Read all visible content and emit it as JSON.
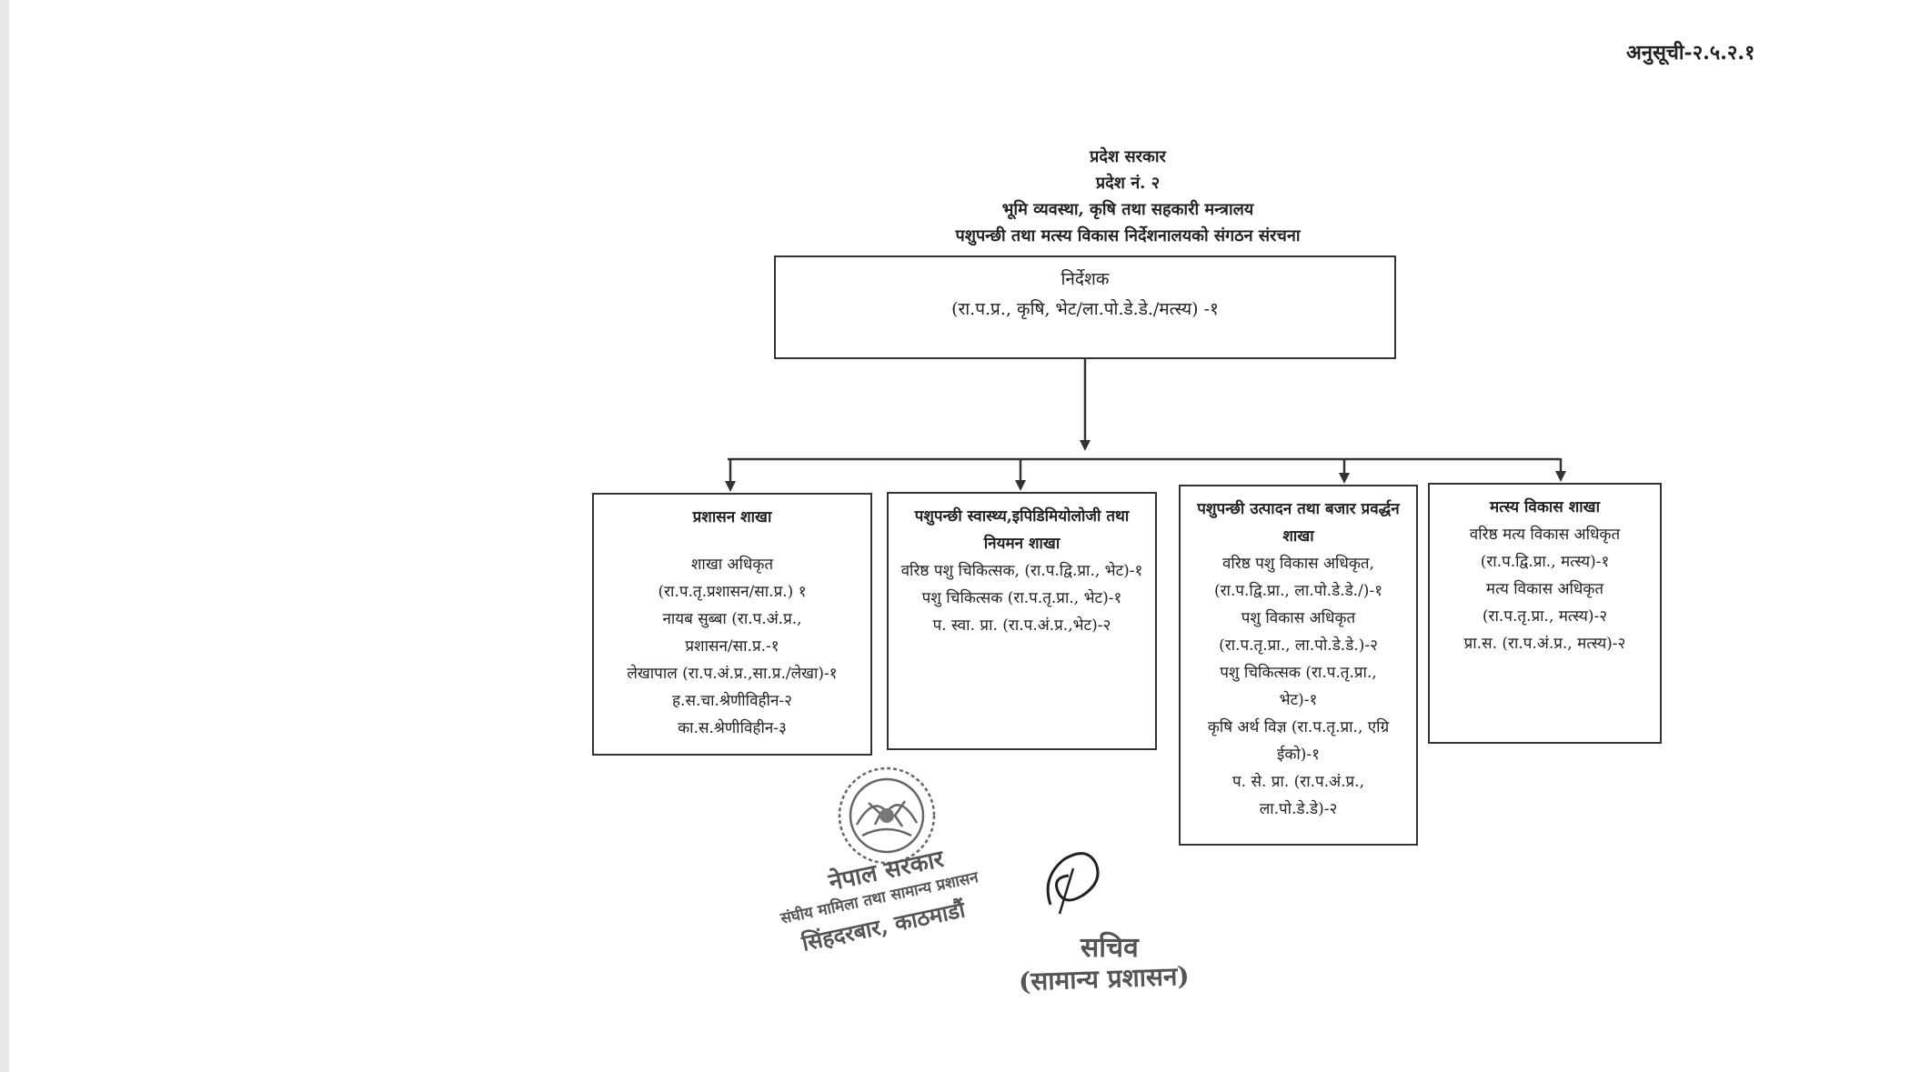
{
  "annex_ref": "अनुसूची-२.५.२.१",
  "heading": {
    "line1": "प्रदेश सरकार",
    "line2": "प्रदेश नं. २",
    "line3": "भूमि व्यवस्था, कृषि तथा सहकारी मन्त्रालय",
    "line4": "पशुपन्छी तथा मत्स्य विकास निर्देशनालयको संगठन संरचना"
  },
  "director": {
    "title": "निर्देशक",
    "detail": "(रा.प.प्र., कृषि, भेट/ला.पो.डे.डे./मत्स्य) -१"
  },
  "branches": [
    {
      "title": "प्रशासन शाखा",
      "lines": [
        "शाखा अधिकृत",
        "(रा.प.तृ.प्रशासन/सा.प्र.) १",
        "नायब सुब्बा (रा.प.अं.प्र.,",
        "प्रशासन/सा.प्र.-१",
        "लेखापाल (रा.प.अं.प्र.,सा.प्र./लेखा)-१",
        "ह.स.चा.श्रेणीविहीन-२",
        "का.स.श्रेणीविहीन-३"
      ]
    },
    {
      "title": "पशुपन्छी स्वास्थ्य,इपिडिमियोलोजी तथा नियमन शाखा",
      "lines": [
        "वरिष्ठ पशु चिकित्सक, (रा.प.द्वि.प्रा., भेट)-१",
        "पशु चिकित्सक (रा.प.तृ.प्रा., भेट)-१",
        "प. स्वा. प्रा. (रा.प.अं.प्र.,भेट)-२"
      ]
    },
    {
      "title": "पशुपन्छी उत्पादन तथा बजार प्रवर्द्धन शाखा",
      "lines": [
        "वरिष्ठ पशु विकास अधिकृत,",
        "(रा.प.द्वि.प्रा., ला.पो.डे.डे./)-१",
        "पशु विकास अधिकृत",
        "(रा.प.तृ.प्रा., ला.पो.डे.डे.)-२",
        "पशु चिकित्सक (रा.प.तृ.प्रा.,",
        "भेट)-१",
        "कृषि अर्थ विज्ञ (रा.प.तृ.प्रा., एग्रि",
        "ईको)-१",
        "प. से. प्रा. (रा.प.अं.प्र.,",
        "ला.पो.डे.डे)-२"
      ]
    },
    {
      "title": "मत्स्य विकास शाखा",
      "lines": [
        "वरिष्ठ मत्य विकास अधिकृत",
        "(रा.प.द्वि.प्रा., मत्स्य)-१",
        "मत्य विकास अधिकृत",
        "(रा.प.तृ.प्रा., मत्स्य)-२",
        "प्रा.स. (रा.प.अं.प्र., मत्स्य)-२"
      ]
    }
  ],
  "seal": {
    "line1": "नेपाल सरकार",
    "line2": "संघीय मामिला तथा सामान्य प्रशासन",
    "line3": "सिंहदरबार, काठमाडौं"
  },
  "signer": {
    "title": "सचिव",
    "department": "(सामान्य प्रशासन)"
  },
  "colors": {
    "ink": "#222222",
    "stamp": "#555555"
  }
}
